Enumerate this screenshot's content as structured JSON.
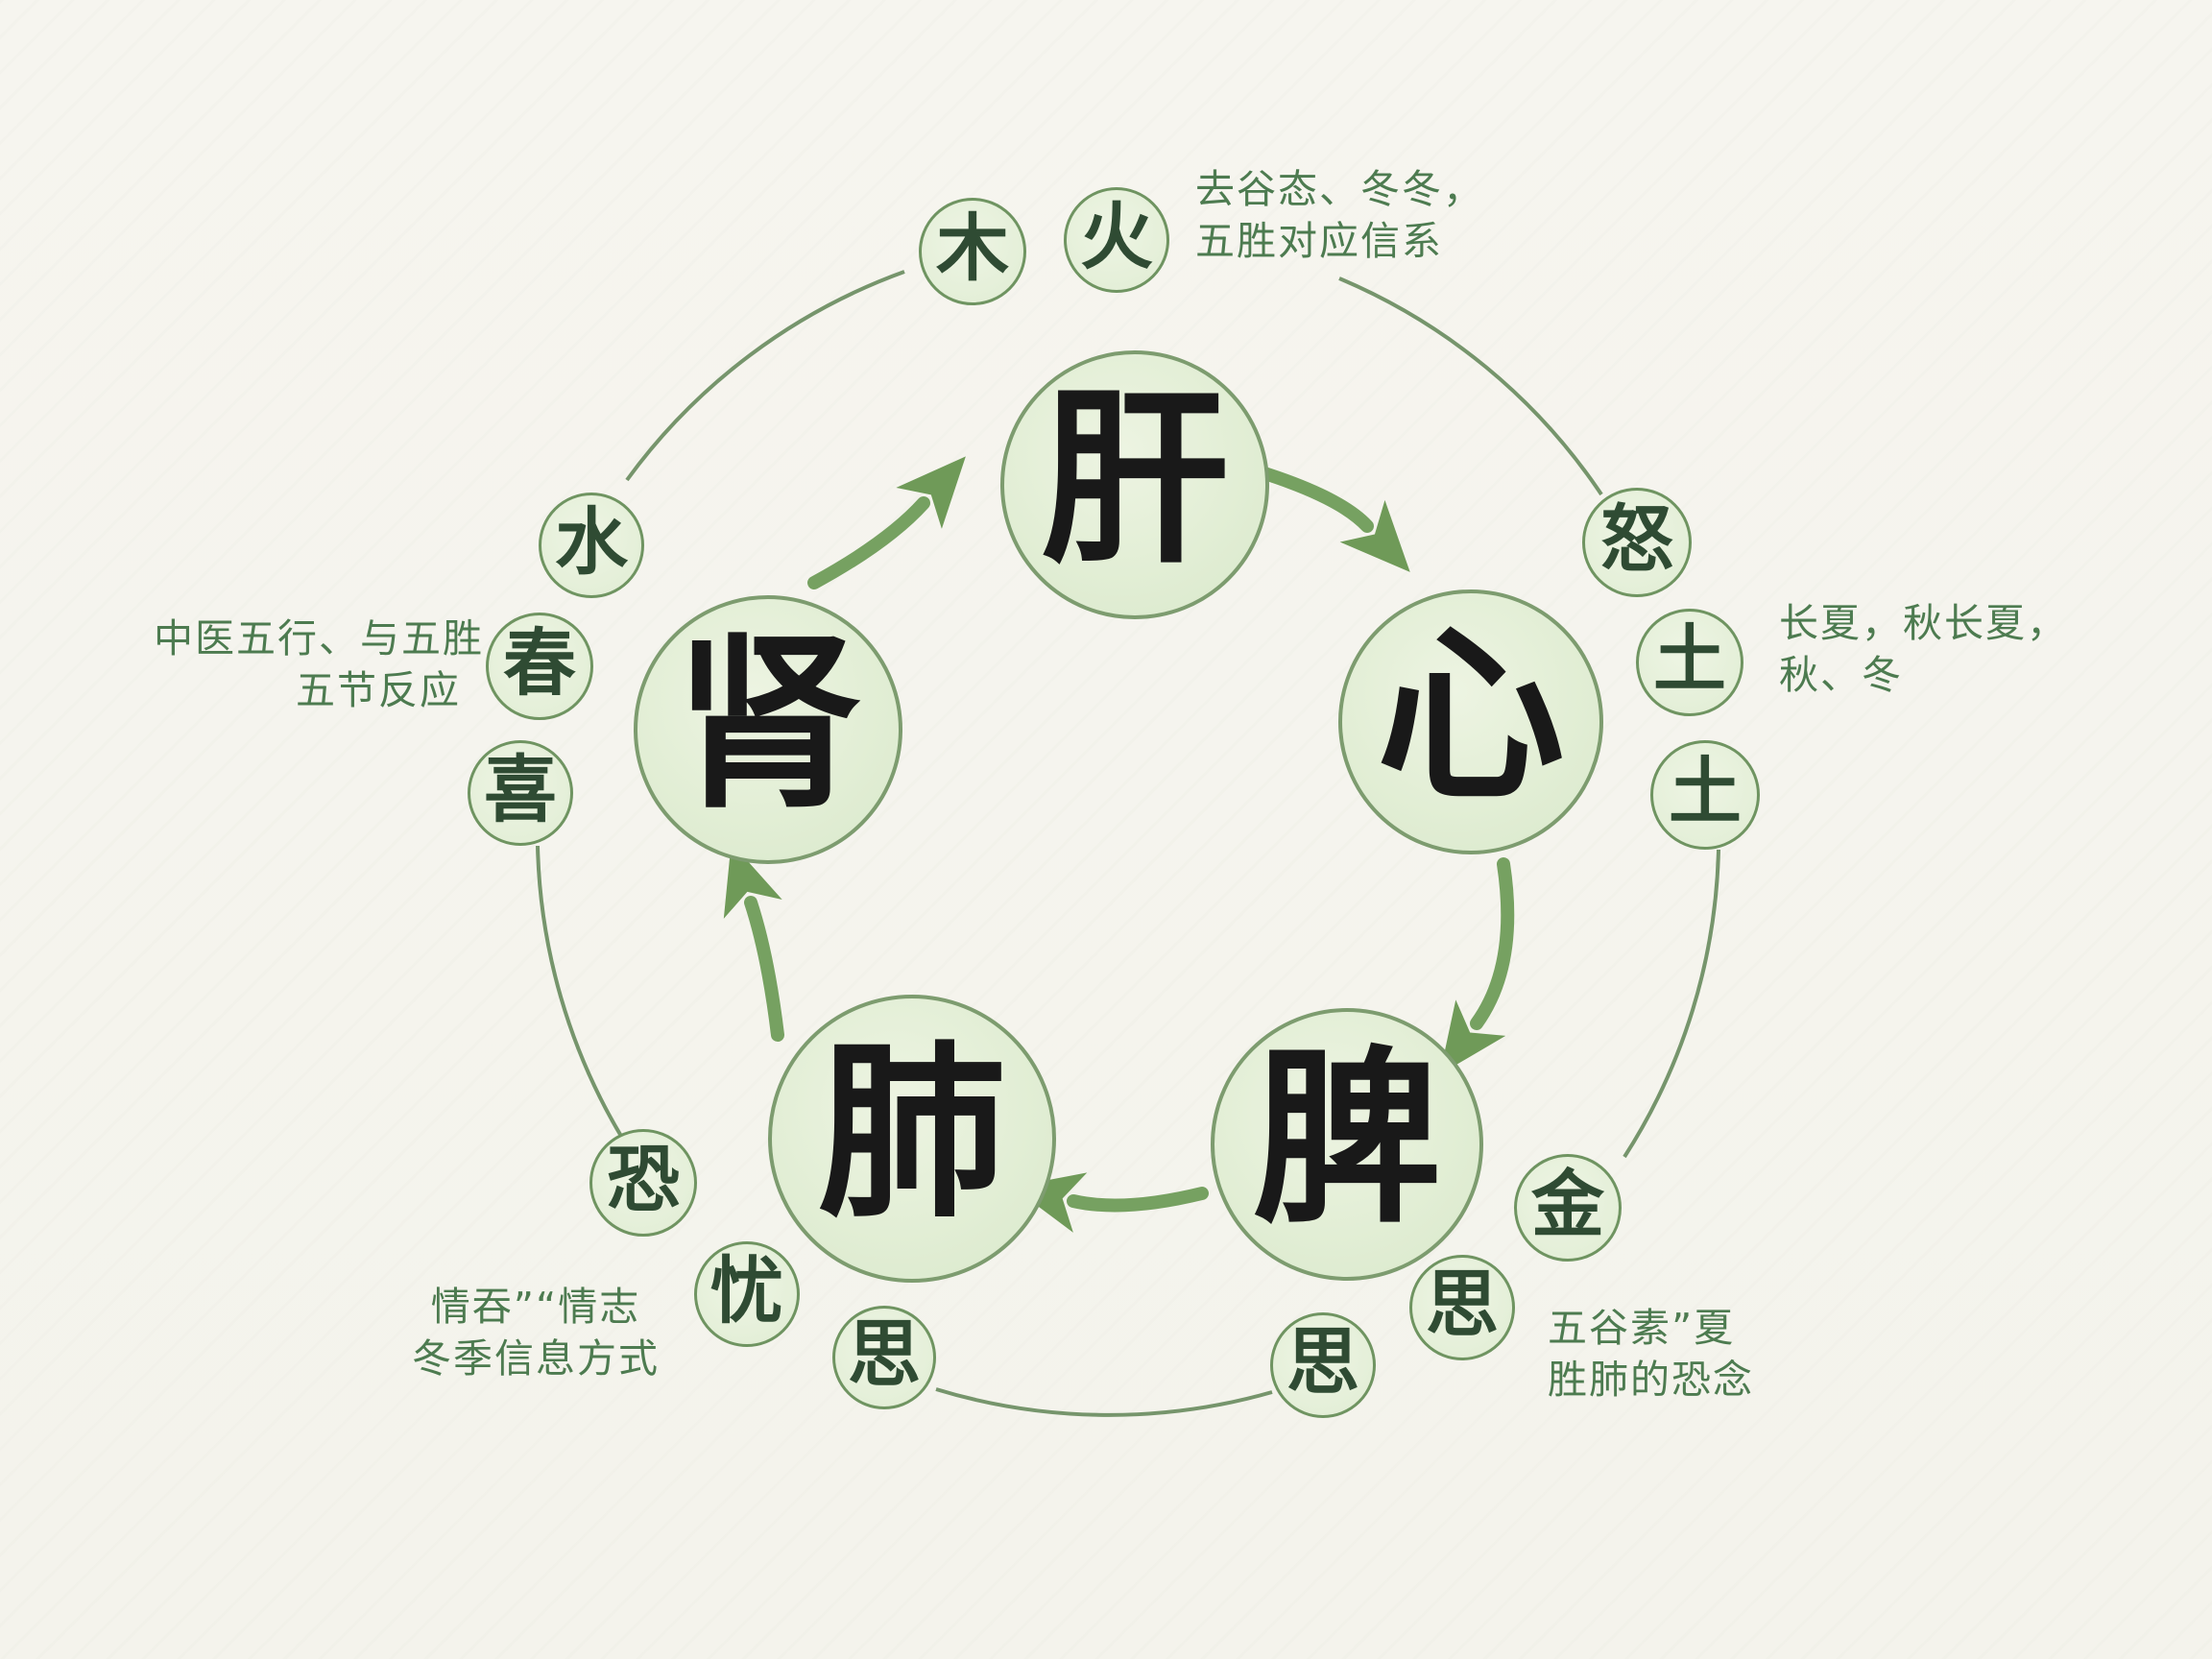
{
  "diagram": {
    "subject": "tcm-five-organs-cycle",
    "palette": {
      "background": "#f5f4ee",
      "circle_fill": "#e4efd8",
      "circle_border": "#7d9c6f",
      "arrow_green": "#76a161",
      "ring_green": "#5f8455",
      "annotation_green": "#4d7b50",
      "organ_char_color": "#191919",
      "satellite_char_color": "#2f4b33"
    },
    "cycle_arrows": [
      {
        "from": "肾",
        "to": "肝"
      },
      {
        "from": "肝",
        "to": "心"
      },
      {
        "from": "心",
        "to": "脾"
      },
      {
        "from": "脾",
        "to": "肺"
      },
      {
        "from": "肺",
        "to": "肾"
      }
    ]
  },
  "organs": [
    {
      "id": "liver",
      "char": "肝"
    },
    {
      "id": "heart",
      "char": "心"
    },
    {
      "id": "spleen",
      "char": "脾"
    },
    {
      "id": "lung",
      "char": "肺"
    },
    {
      "id": "kidney",
      "char": "肾"
    }
  ],
  "satellites": [
    {
      "id": "wood",
      "char": "木"
    },
    {
      "id": "fire",
      "char": "火"
    },
    {
      "id": "water",
      "char": "水"
    },
    {
      "id": "spring",
      "char": "春"
    },
    {
      "id": "joy",
      "char": "喜"
    },
    {
      "id": "anger",
      "char": "怒"
    },
    {
      "id": "earth-1",
      "char": "土"
    },
    {
      "id": "earth-2",
      "char": "土"
    },
    {
      "id": "fear",
      "char": "恐"
    },
    {
      "id": "worry",
      "char": "忧"
    },
    {
      "id": "thought-left",
      "char": "思"
    },
    {
      "id": "metal",
      "char": "金"
    },
    {
      "id": "thought-right",
      "char": "思"
    },
    {
      "id": "thought-mid",
      "char": "思"
    }
  ],
  "annotations": {
    "top": {
      "lines": [
        "去谷态、冬冬，",
        "五胜对应信系"
      ]
    },
    "left": {
      "lines": [
        "中医五行、与五胜",
        "五节反应"
      ]
    },
    "right": {
      "lines": [
        "长夏，秋长夏，",
        "秋、冬"
      ]
    },
    "bottom_left": {
      "lines": [
        "情吞”“情志",
        "冬季信息方式"
      ]
    },
    "bottom_right": {
      "lines": [
        "五谷素”夏",
        "胜肺的恐念"
      ]
    }
  }
}
